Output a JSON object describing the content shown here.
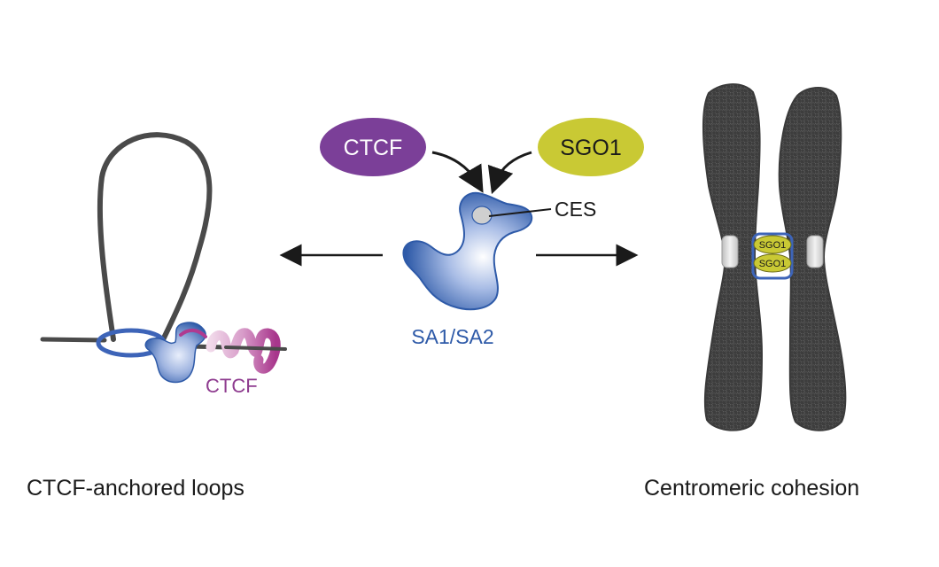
{
  "center": {
    "ctcf_label": "CTCF",
    "sgo1_label": "SGO1",
    "ces_label": "CES",
    "sa_label": "SA1/SA2"
  },
  "left": {
    "ctcf_label": "CTCF",
    "caption": "CTCF-anchored loops"
  },
  "right": {
    "sgo1_top": "SGO1",
    "sgo1_bottom": "SGO1",
    "caption": "Centromeric cohesion"
  },
  "colors": {
    "ctcf_purple": "#7b3f98",
    "sgo1_yellow": "#c9c934",
    "sa_blue": "#2e5aa8",
    "dna_gray": "#4a4a4a",
    "chromosome": "#3f3f3f"
  }
}
